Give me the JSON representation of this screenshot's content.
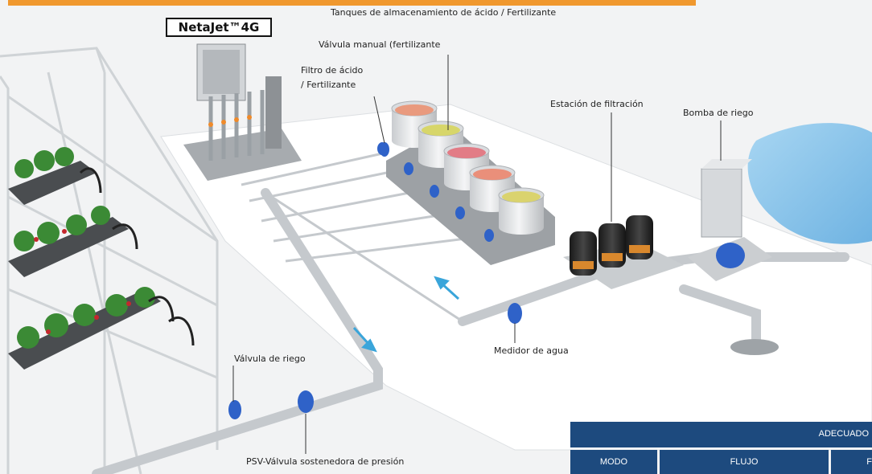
{
  "header": {
    "top_title": "Tanques de almacenamiento de ácido / Fertilizante",
    "brand": "NetaJet™4G"
  },
  "labels": {
    "manual_valve": "Válvula manual (fertilizante",
    "acid_filter_line1": "Filtro de ácido",
    "acid_filter_line2": "/ Fertilizante",
    "filtration_station": "Estación de filtración",
    "irrigation_pump": "Bomba de riego",
    "water_meter": "Medidor de agua",
    "irrigation_valve": "Válvula de riego",
    "psv_valve": "PSV-Válvula sostenedora de presión"
  },
  "table": {
    "header": "ADECUADO",
    "columns": [
      "MODO",
      "FLUJO",
      "F"
    ]
  },
  "colors": {
    "accent_bar": "#f0982e",
    "table_blue": "#1d4a7e",
    "valve_blue": "#2f62c8",
    "pond_blue": "#8cc6ec",
    "tank_liquids": [
      "#e99a7e",
      "#d7d66a",
      "#e27c86",
      "#ea8f7a",
      "#dad36e"
    ]
  }
}
